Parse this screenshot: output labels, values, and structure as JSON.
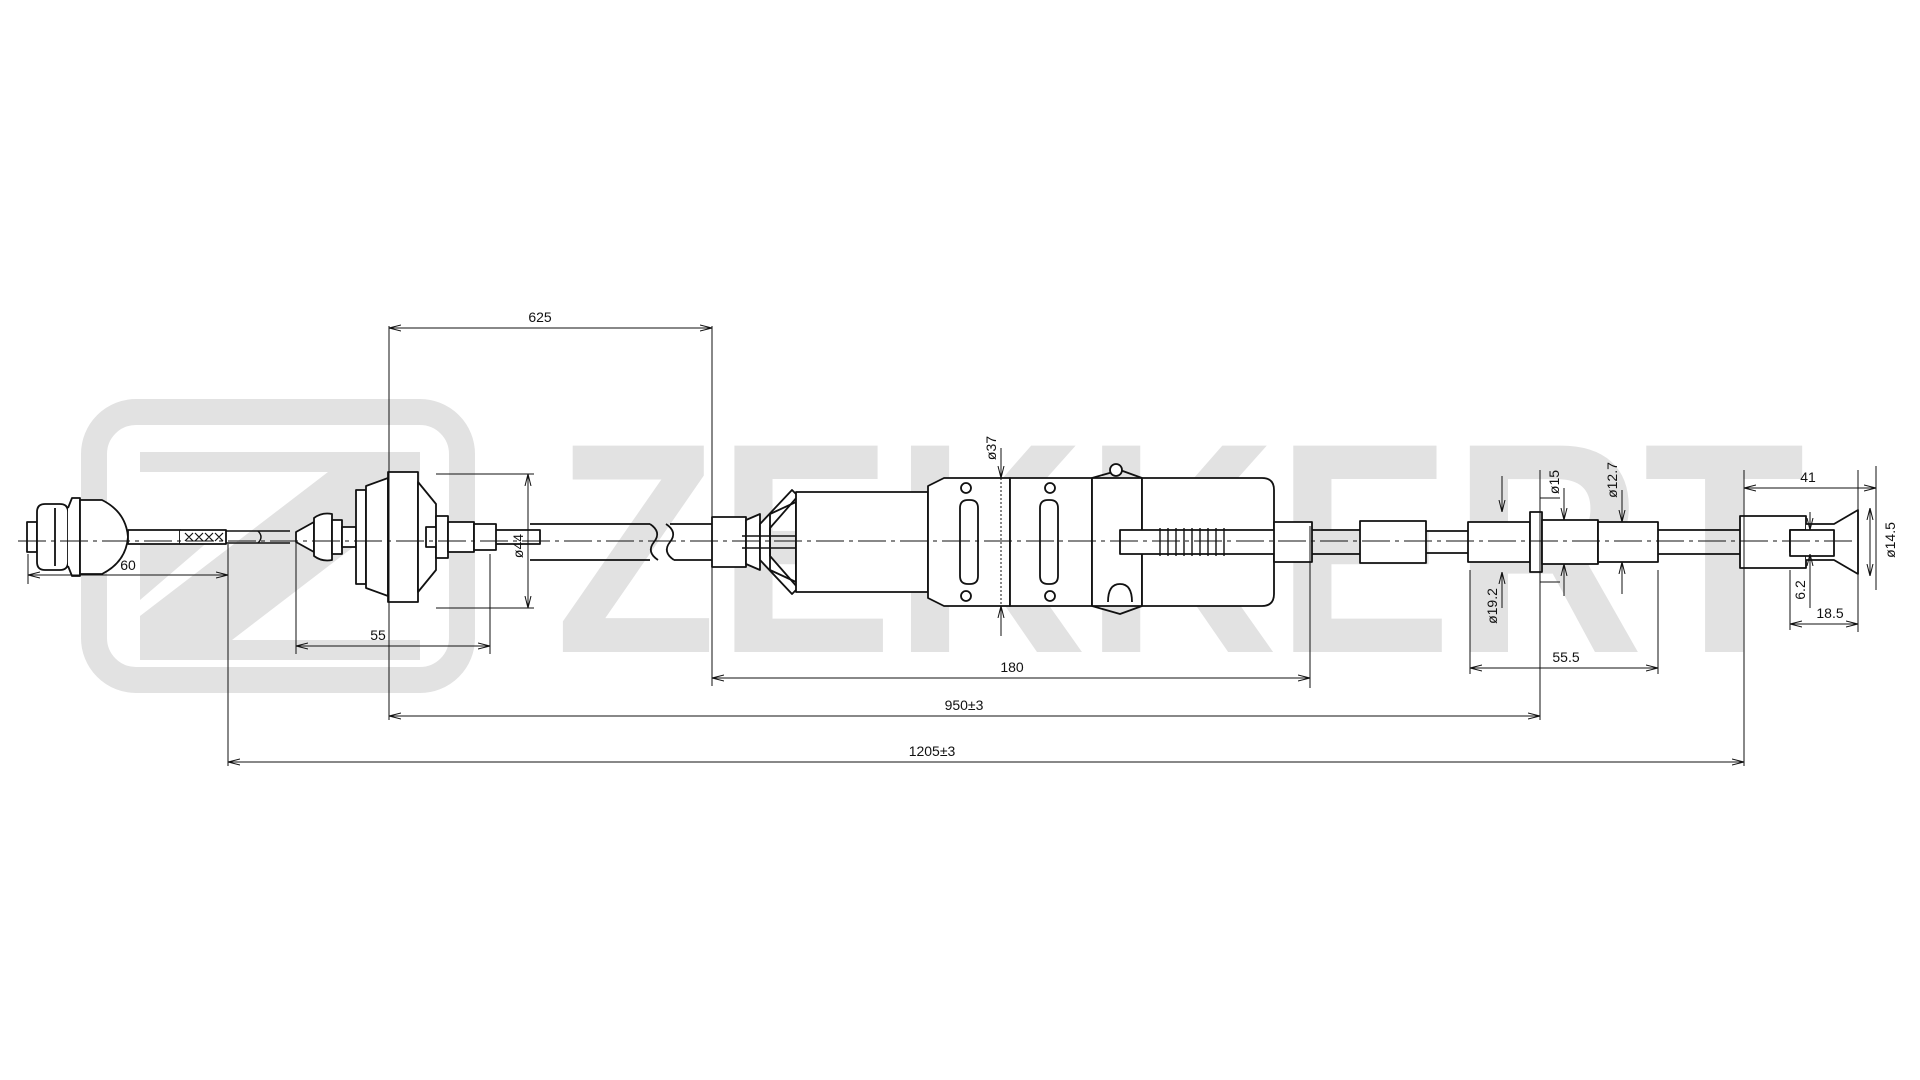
{
  "watermark": {
    "brand_text": "ZEKKERT",
    "logo_letter": "Z",
    "color": "#e2e2e2"
  },
  "colors": {
    "line": "#111111",
    "part_fill": "#ffffff"
  },
  "dimensions": {
    "d625": "625",
    "d60": "60",
    "d55": "55",
    "d180": "180",
    "d950": "950±3",
    "d1205": "1205±3",
    "d55_5": "55.5",
    "d41": "41",
    "d18_5": "18.5",
    "dia44": "ø44",
    "dia37": "ø37",
    "dia15": "ø15",
    "dia12_7": "ø12.7",
    "dia19_2": "ø19.2",
    "dia14_5": "ø14.5",
    "dia6_2": "6.2"
  }
}
